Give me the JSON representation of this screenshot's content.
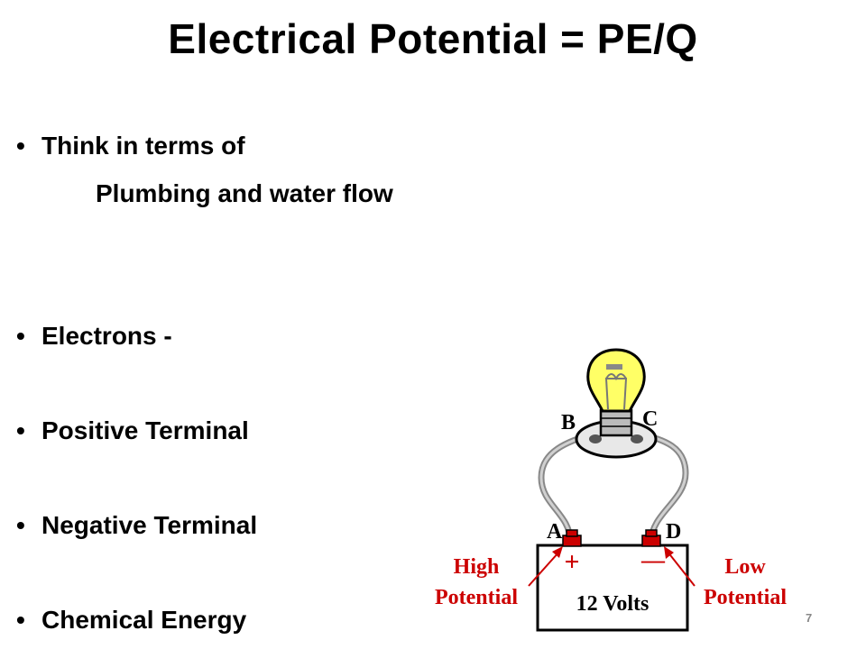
{
  "title": "Electrical Potential = PE/Q",
  "bullets": [
    {
      "text": "Think in terms of",
      "subline": "Plumbing and water flow"
    },
    {
      "text": "Electrons  -"
    },
    {
      "text": "Positive Terminal"
    },
    {
      "text": "Negative Terminal"
    },
    {
      "text": "Chemical Energy"
    }
  ],
  "diagram": {
    "label_a": "A",
    "label_b": "B",
    "label_c": "C",
    "label_d": "D",
    "plus_sign": "+",
    "minus_sign": "—",
    "battery_label": "12 Volts",
    "high_label_line1": "High",
    "high_label_line2": "Potential",
    "low_label_line1": "Low",
    "low_label_line2": "Potential",
    "colors": {
      "bulb": "#ffff66",
      "wire": "#888888",
      "terminal": "#cc0000",
      "annotation": "#cc0000"
    }
  },
  "page_number": "7"
}
